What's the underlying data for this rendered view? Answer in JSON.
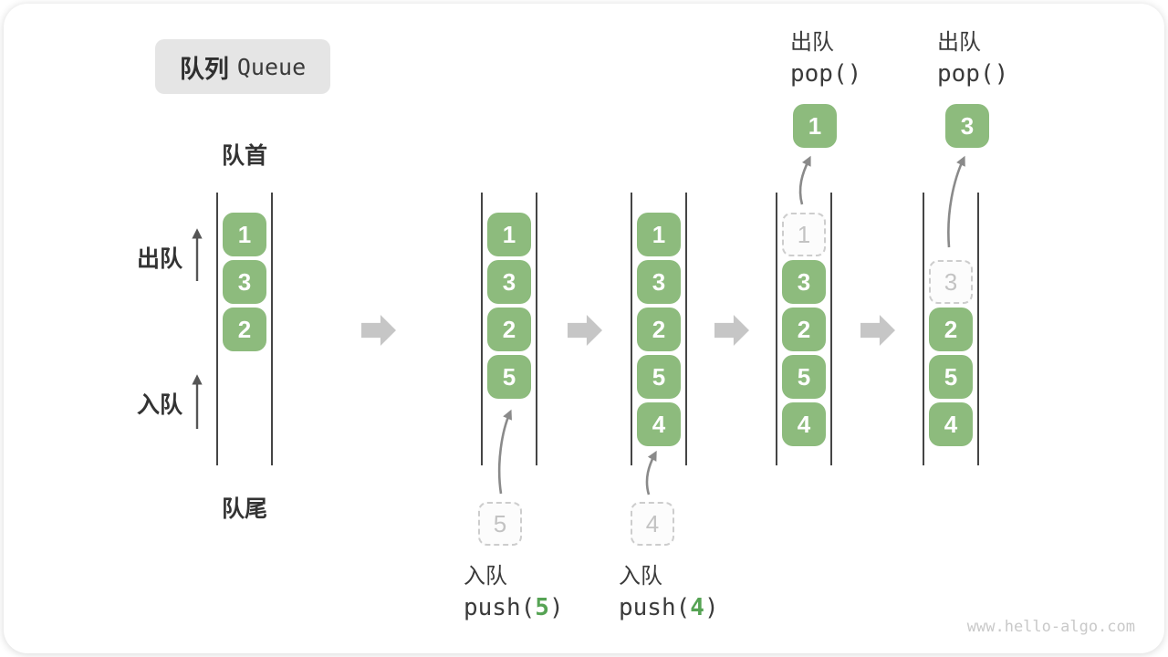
{
  "title": {
    "zh": "队列",
    "en": "Queue"
  },
  "labels": {
    "front": "队首",
    "rear": "队尾",
    "dequeue": "出队",
    "enqueue": "入队"
  },
  "watermark": "www.hello-algo.com",
  "colors": {
    "cell_green": "#8dbb7d",
    "code_green": "#56a354",
    "block_arrow": "#c6c6c6",
    "text_dark": "#333333",
    "dashed_border": "#cdcdcd",
    "dashed_text": "#c3c3c3",
    "line_dark": "#454545",
    "curve_gray": "#8a8a8a",
    "title_bg": "#e5e5e5",
    "watermark_gray": "#c9c9c9"
  },
  "states": [
    {
      "cells": {
        "r1": "1",
        "r2": "3",
        "r3": "2"
      }
    },
    {
      "cells": {
        "r1": "1",
        "r2": "3",
        "r3": "2",
        "r4": "5"
      },
      "incoming": "5",
      "op": "入队",
      "code": {
        "fn": "push(",
        "arg": "5",
        "close": ")"
      }
    },
    {
      "cells": {
        "r1": "1",
        "r2": "3",
        "r3": "2",
        "r4": "5",
        "r5": "4"
      },
      "incoming": "4",
      "op": "入队",
      "code": {
        "fn": "push(",
        "arg": "4",
        "close": ")"
      }
    },
    {
      "ghost": "1",
      "cells": {
        "r2": "3",
        "r3": "2",
        "r4": "5",
        "r5": "4"
      },
      "popped": "1",
      "op": "出队",
      "code_str": "pop()"
    },
    {
      "ghost": "3",
      "cells": {
        "r3": "2",
        "r4": "5",
        "r5": "4"
      },
      "popped": "3",
      "op": "出队",
      "code_str": "pop()"
    }
  ]
}
